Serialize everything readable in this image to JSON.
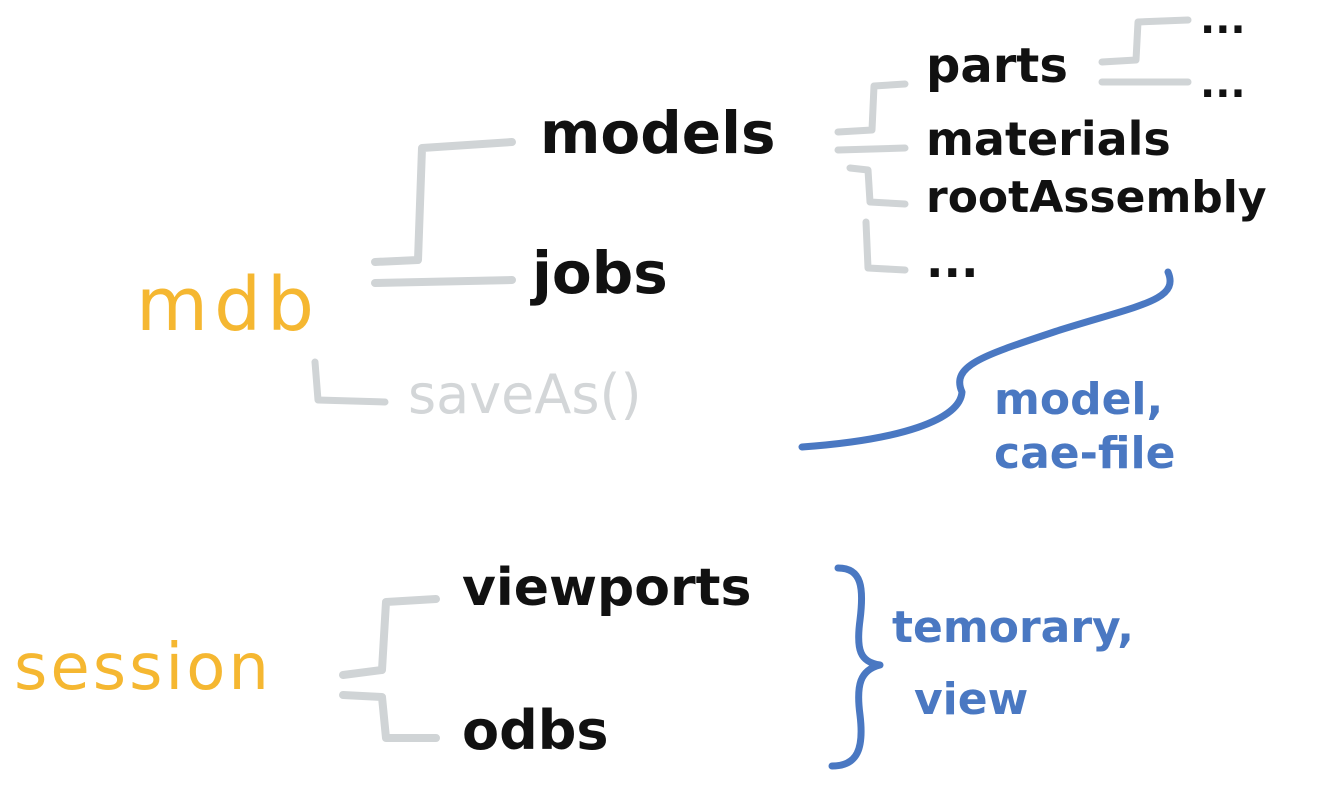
{
  "colors": {
    "root": "#f5b731",
    "node": "#111111",
    "connector": "#d0d4d6",
    "inactive": "#d3d6d8",
    "annotation": "#4a78c2",
    "background": "#ffffff"
  },
  "mdb_tree": {
    "root": "mdb",
    "children": [
      "models",
      "jobs"
    ],
    "models_children": [
      "parts",
      "materials",
      "rootAssembly",
      "..."
    ],
    "parts_children": [
      "...",
      "..."
    ],
    "method": "saveAs()",
    "annotation_line1": "model,",
    "annotation_line2": "cae-file"
  },
  "session_tree": {
    "root": "session",
    "children": [
      "viewports",
      "odbs"
    ],
    "annotation_line1": "temorary,",
    "annotation_line2": "view"
  }
}
